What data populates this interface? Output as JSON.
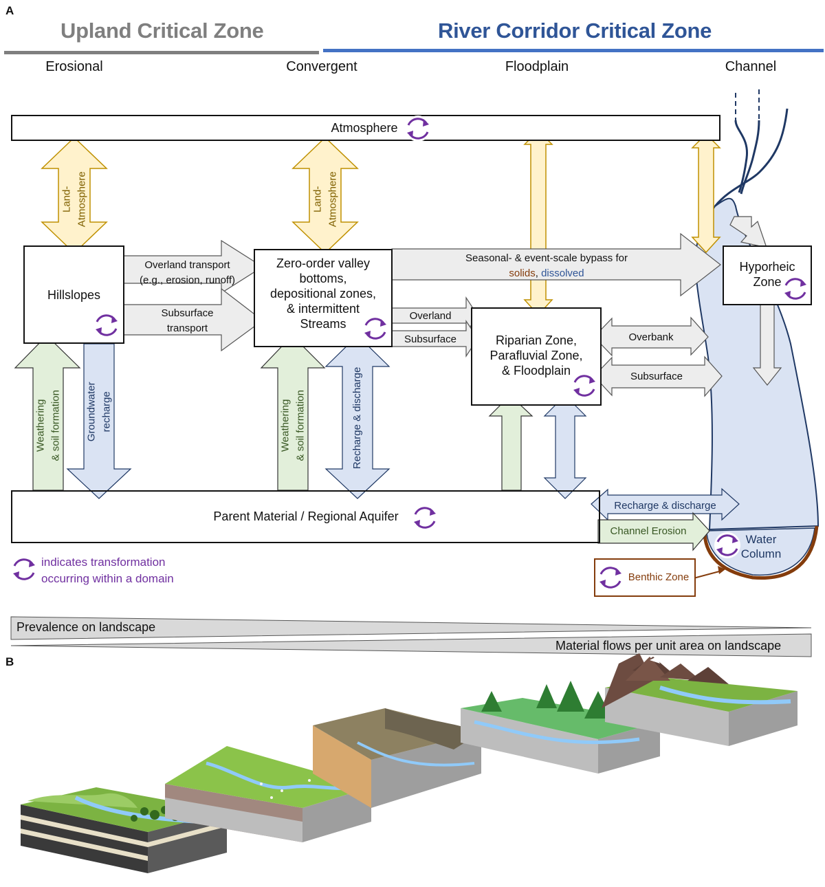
{
  "panel_a": {
    "label": "A",
    "upland_title": "Upland Critical Zone",
    "river_title": "River Corridor Critical Zone",
    "columns": [
      "Erosional",
      "Convergent",
      "Floodplain",
      "Channel"
    ],
    "boxes": {
      "atmosphere": "Atmosphere",
      "hillslopes": "Hillslopes",
      "zero_order": [
        "Zero-order valley",
        "bottoms,",
        "depositional zones,",
        "& intermittent",
        "Streams"
      ],
      "riparian": [
        "Riparian Zone,",
        "Parafluvial Zone,",
        "& Floodplain"
      ],
      "hyporheic": [
        "Hyporheic",
        "Zone"
      ],
      "parent": "Parent Material / Regional Aquifer",
      "water_column": [
        "Water",
        "Column"
      ],
      "benthic": "Benthic Zone"
    },
    "flows": {
      "land_atmosphere": [
        "Land-",
        "Atmosphere"
      ],
      "overland_transport": [
        "Overland transport",
        "(e.g., erosion, runoff)"
      ],
      "subsurface_transport": [
        "Subsurface",
        "transport"
      ],
      "bypass": "Seasonal- & event-scale bypass for",
      "bypass_solids": "solids",
      "bypass_sep": ", ",
      "bypass_dissolved": "dissolved",
      "overland": "Overland",
      "subsurface": "Subsurface",
      "overbank": "Overbank",
      "weathering": [
        "Weathering",
        "& soil formation"
      ],
      "groundwater_recharge": [
        "Groundwater",
        "recharge"
      ],
      "recharge_discharge": "Recharge & discharge",
      "channel_erosion": "Channel Erosion"
    },
    "legend": [
      "indicates transformation",
      "occurring within a domain"
    ],
    "gradient": {
      "prevalence": "Prevalence on landscape",
      "material_flows": "Material flows per unit area on landscape"
    }
  },
  "panel_b": {
    "label": "B"
  },
  "colors": {
    "upland_bar": "#7f7f7f",
    "river_bar": "#4472c4",
    "river_title": "#2f5597",
    "land_atm_arrow": "#fff2cc",
    "land_atm_border": "#bf9000",
    "grey_arrow": "#ededed",
    "green_arrow": "#e2efda",
    "blue_arrow": "#dae3f3",
    "arrow_border_dark": "#1f3864",
    "transform_icon": "#7030a0",
    "channel_water": "#dae3f3",
    "benthic": "#843c0c",
    "solids_text": "#843c0c",
    "dissolved_text": "#2f5597"
  }
}
